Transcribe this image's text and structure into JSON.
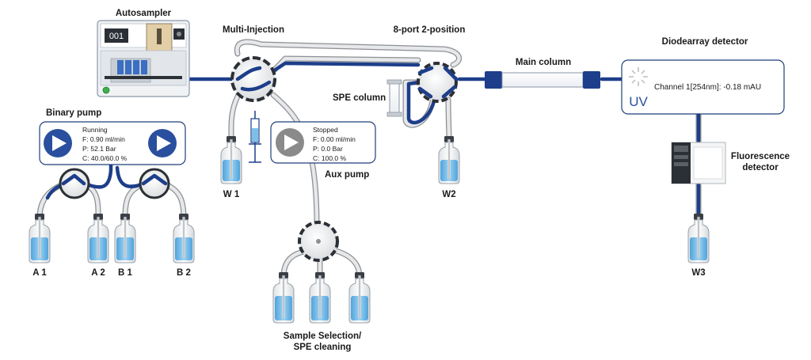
{
  "labels": {
    "autosampler": "Autosampler",
    "multi_injection": "Multi-Injection",
    "eight_port": "8-port 2-position",
    "main_column": "Main column",
    "diodearray": "Diodearray detector",
    "spe_column": "SPE column",
    "binary_pump": "Binary pump",
    "aux_pump": "Aux pump",
    "fluorescence_line1": "Fluorescence",
    "fluorescence_line2": "detector",
    "sample_selection_line1": "Sample Selection/",
    "sample_selection_line2": "SPE cleaning"
  },
  "autosampler": {
    "display": "001"
  },
  "binary_pump": {
    "status": "Running",
    "flow": "F: 0.90 ml/min",
    "pressure": "P: 52.1  Bar",
    "composition": "C: 40.0/60.0 %"
  },
  "aux_pump": {
    "status": "Stopped",
    "flow": "F: 0.00 ml/min",
    "pressure": "P: 0.0  Bar",
    "composition": "C: 100.0 %"
  },
  "detector": {
    "uv_label": "UV",
    "channel": "Channel 1[254nm]: -0.18 mAU"
  },
  "bottles": {
    "a1": "A 1",
    "a2": "A 2",
    "b1": "B 1",
    "b2": "B 2",
    "w1": "W 1",
    "w2": "W2",
    "w3": "W3"
  },
  "colors": {
    "flow": "#1d3e8a",
    "solvent": "#6fb6e6",
    "play_active": "#2a4f9e",
    "play_stopped": "#8a8a8a"
  }
}
